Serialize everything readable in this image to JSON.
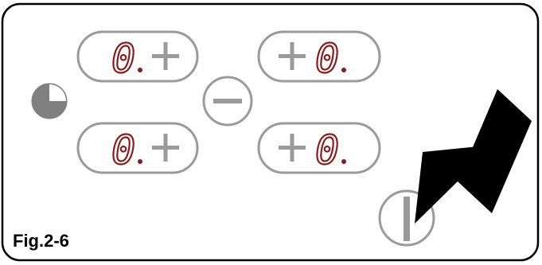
{
  "figure": {
    "label": "Fig.2-6"
  },
  "zones": [
    {
      "id": "front-left",
      "display": "0",
      "layout": "digit-plus"
    },
    {
      "id": "front-right",
      "display": "0",
      "layout": "plus-digit"
    },
    {
      "id": "rear-left",
      "display": "0",
      "layout": "digit-plus"
    },
    {
      "id": "rear-right",
      "display": "0",
      "layout": "plus-digit"
    }
  ],
  "icons": {
    "timer": "clock-icon",
    "minus": "minus-icon",
    "power": "power-icon",
    "pointer": "arrow-pointer-icon"
  },
  "colors": {
    "digit": "#8b1a1a",
    "control": "#9a9a9a",
    "arrow": "#000000"
  }
}
